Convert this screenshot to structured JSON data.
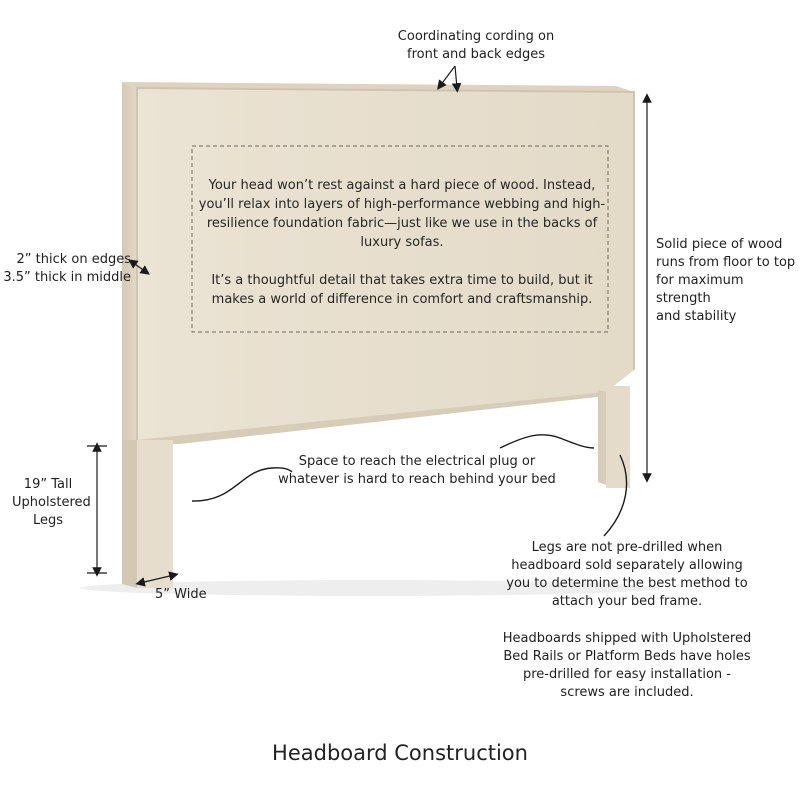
{
  "diagram": {
    "caption": "Headboard Construction",
    "panel_text": {
      "paragraph_1": "Your head won’t rest against a hard piece of wood. Instead, you’ll relax into layers of high-performance webbing and high-resilience foundation fabric—just like we use in the backs of luxury sofas.",
      "paragraph_2": "It’s a thoughtful detail that takes extra time to build, but it makes a world of difference in comfort and craftsmanship."
    },
    "callouts": {
      "cording": [
        "Coordinating cording on",
        "front and back edges"
      ],
      "thickness": [
        "2” thick on edges",
        "3.5” thick in middle"
      ],
      "solid_wood": [
        "Solid piece of wood",
        "runs from floor to top",
        "for maximum strength",
        "and stability"
      ],
      "legs_tall": [
        "19” Tall",
        "Upholstered",
        "Legs"
      ],
      "space": [
        "Space to reach the electrical plug or",
        "whatever is hard to reach behind your bed"
      ],
      "legs_width": "5” Wide",
      "legs_drill": [
        "Legs are not pre-drilled when",
        "headboard sold separately allowing",
        "you to determine the best method to",
        "attach your bed frame."
      ],
      "shipped": [
        "Headboards shipped with Upholstered",
        "Bed Rails or Platform Beds have holes",
        "pre-drilled for easy installation -",
        "screws are included."
      ]
    },
    "colors": {
      "fabric": "#e6ddcc",
      "fabric_shadow": "#d2c7b3",
      "dashed_border": "#6e675c",
      "annotation": "#1a1a1a"
    }
  }
}
